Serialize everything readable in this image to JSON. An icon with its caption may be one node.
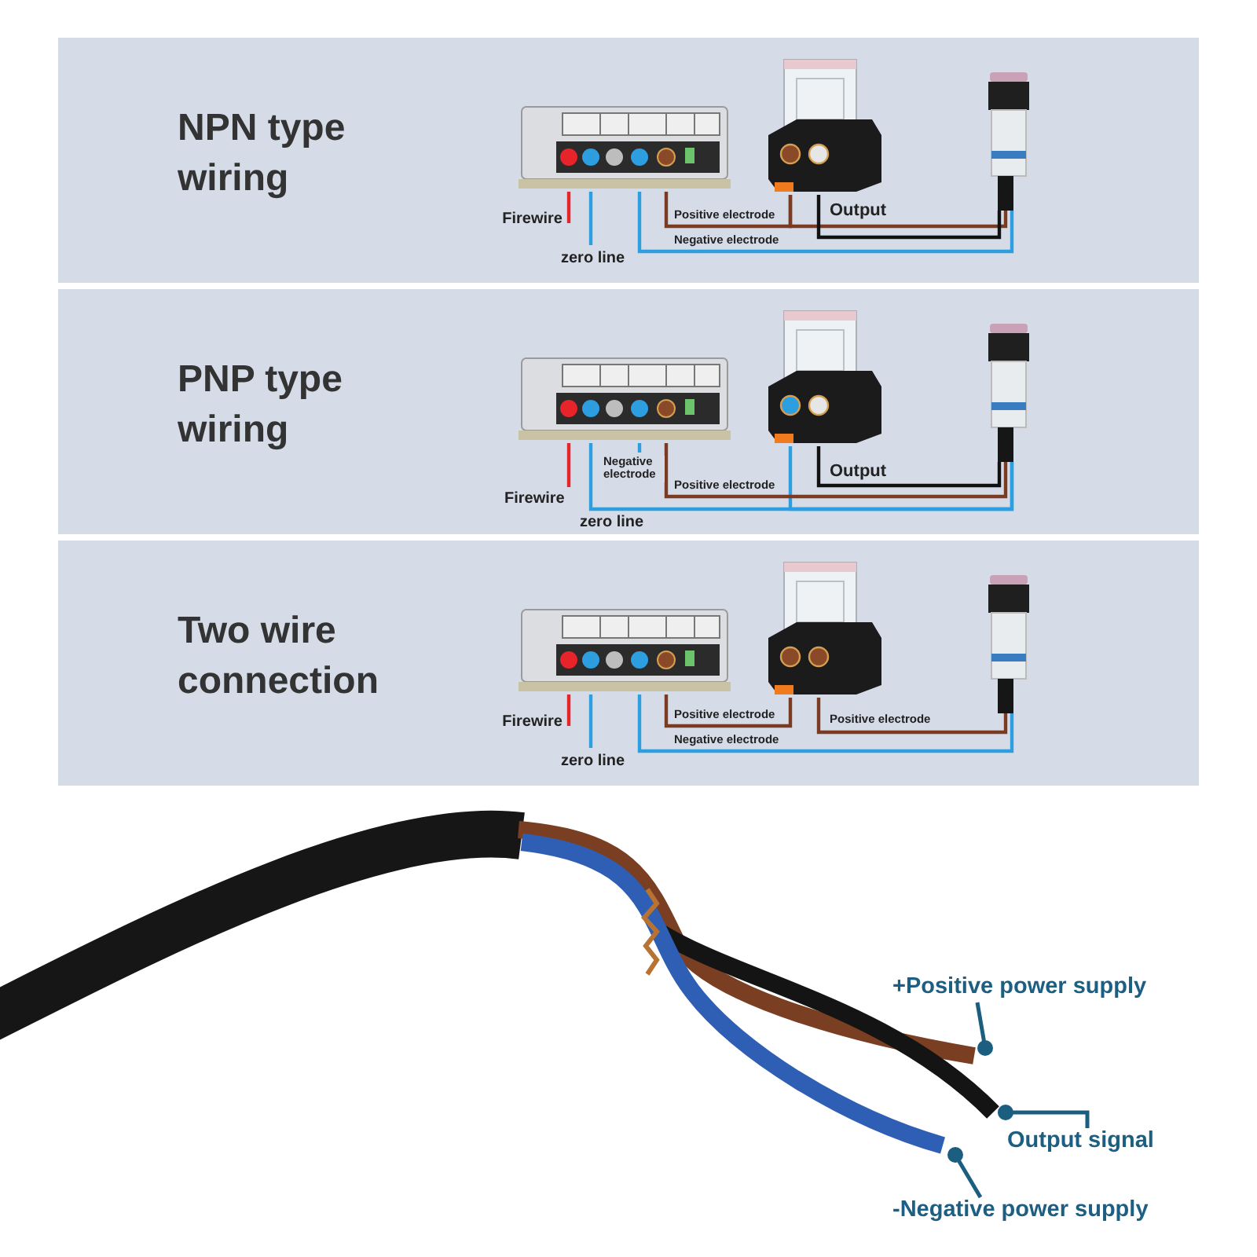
{
  "diagram": {
    "nodes": [
      {
        "text": [
          "NPN type wiring"
        ]
      },
      {
        "text": [],
        "shape": "picture",
        "in": 0
      },
      {
        "text": [],
        "shape": "picture",
        "in": 0
      },
      {
        "text": [],
        "shape": "picture",
        "in": 0
      },
      {
        "text": [
          "PNP type wiring"
        ]
      },
      {
        "text": [],
        "shape": "picture",
        "in": 4
      },
      {
        "text": [],
        "shape": "picture",
        "in": 4
      },
      {
        "text": [],
        "shape": "picture",
        "in": 4
      },
      {
        "text": [
          "Two wire connection"
        ]
      },
      {
        "text": [],
        "shape": "picture",
        "in": 8
      },
      {
        "text": [],
        "shape": "picture",
        "in": 8
      },
      {
        "text": [],
        "shape": "picture",
        "in": 8
      },
      {
        "text": [],
        "shape": "picture"
      },
      {
        "text": [],
        "shape": "picture"
      },
      {
        "text": [],
        "shape": "picture"
      },
      {
        "text": [
          "+Positive power supply"
        ]
      },
      {
        "text": [
          "Output signal"
        ]
      },
      {
        "text": [
          "-Negative power supply"
        ]
      }
    ],
    "edges": [
      {
        "from": 1,
        "to": null,
        "arrow": "none",
        "label": "Firewire",
        "color": "#e8232a"
      },
      {
        "from": 1,
        "to": null,
        "arrow": "none",
        "label": "zero line",
        "color": "#2d9ee0"
      },
      {
        "from": 1,
        "to": 2,
        "arrow": "none",
        "label": "Positive electrode",
        "color": "#7b3b22"
      },
      {
        "from": 2,
        "to": 3,
        "arrow": "none",
        "color": "#7b3b22"
      },
      {
        "from": 2,
        "to": 3,
        "arrow": "none",
        "label": "Output",
        "color": "#111111"
      },
      {
        "from": 1,
        "to": 3,
        "arrow": "none",
        "label": "Negative electrode",
        "color": "#2d9ee0"
      },
      {
        "from": 5,
        "to": null,
        "arrow": "none",
        "label": "Firewire",
        "color": "#e8232a"
      },
      {
        "from": 5,
        "to": 7,
        "arrow": "none",
        "label": "zero line",
        "color": "#2d9ee0"
      },
      {
        "from": 6,
        "to": 7,
        "arrow": "none",
        "color": "#2d9ee0"
      },
      {
        "from": 5,
        "to": null,
        "arrow": "none",
        "label": "Negative electrode",
        "color": "#2d9ee0"
      },
      {
        "from": 5,
        "to": 7,
        "arrow": "none",
        "label": "Positive electrode",
        "color": "#7b3b22"
      },
      {
        "from": 6,
        "to": 7,
        "arrow": "none",
        "label": "Output",
        "color": "#111111"
      },
      {
        "from": 9,
        "to": null,
        "arrow": "none",
        "label": "Firewire",
        "color": "#e8232a"
      },
      {
        "from": 9,
        "to": null,
        "arrow": "none",
        "label": "zero line",
        "color": "#2d9ee0"
      },
      {
        "from": 9,
        "to": 10,
        "arrow": "none",
        "label": "Positive electrode",
        "color": "#7b3b22"
      },
      {
        "from": 10,
        "to": 11,
        "arrow": "none",
        "label": "Positive electrode",
        "color": "#7b3b22"
      },
      {
        "from": 9,
        "to": 11,
        "arrow": "none",
        "label": "Negative electrode",
        "color": "#2d9ee0"
      },
      {
        "from": 15,
        "to": 12,
        "arrow": "other",
        "color": "#1b5e80"
      },
      {
        "from": 16,
        "to": 13,
        "arrow": "other",
        "color": "#1b5e80"
      },
      {
        "from": 17,
        "to": 14,
        "arrow": "other",
        "color": "#1b5e80"
      }
    ]
  }
}
